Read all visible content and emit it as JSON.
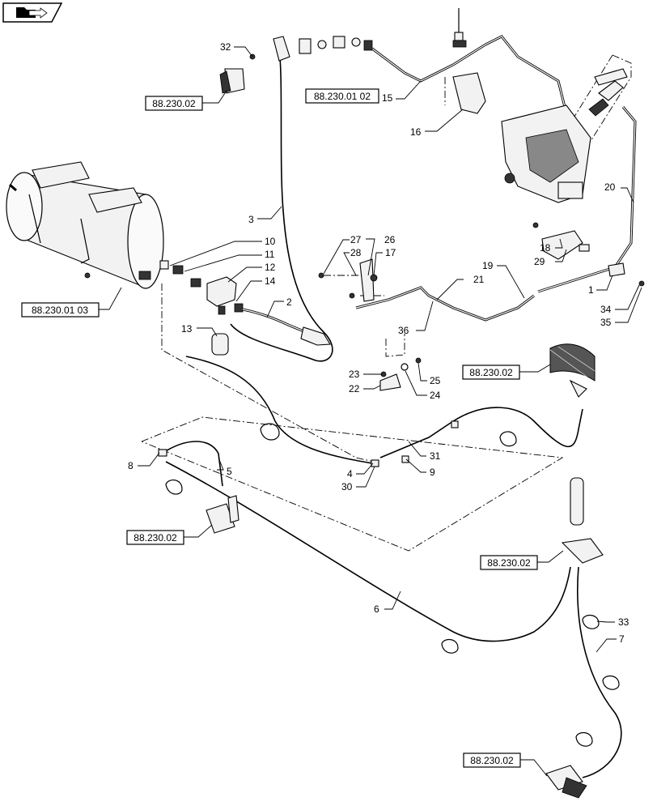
{
  "logo_icon": "folder-arrow-icon",
  "references": {
    "r1": "88.230.02",
    "r2": "88.230.01 02",
    "r3": "88.230.01 03",
    "r4": "88.230.02",
    "r5": "88.230.02",
    "r6": "88.230.02",
    "r7": "88.230.02"
  },
  "callouts": {
    "c1": "1",
    "c2": "2",
    "c3": "3",
    "c4": "4",
    "c5": "5",
    "c6": "6",
    "c7": "7",
    "c8": "8",
    "c9": "9",
    "c10": "10",
    "c11": "11",
    "c12": "12",
    "c13": "13",
    "c14": "14",
    "c15": "15",
    "c16": "16",
    "c17": "17",
    "c18": "18",
    "c19": "19",
    "c20": "20",
    "c21": "21",
    "c22": "22",
    "c23": "23",
    "c24": "24",
    "c25": "25",
    "c26": "26",
    "c27": "27",
    "c28": "28",
    "c29": "29",
    "c30": "30",
    "c31": "31",
    "c32": "32",
    "c33": "33",
    "c34": "34",
    "c35": "35",
    "c36": "36"
  }
}
